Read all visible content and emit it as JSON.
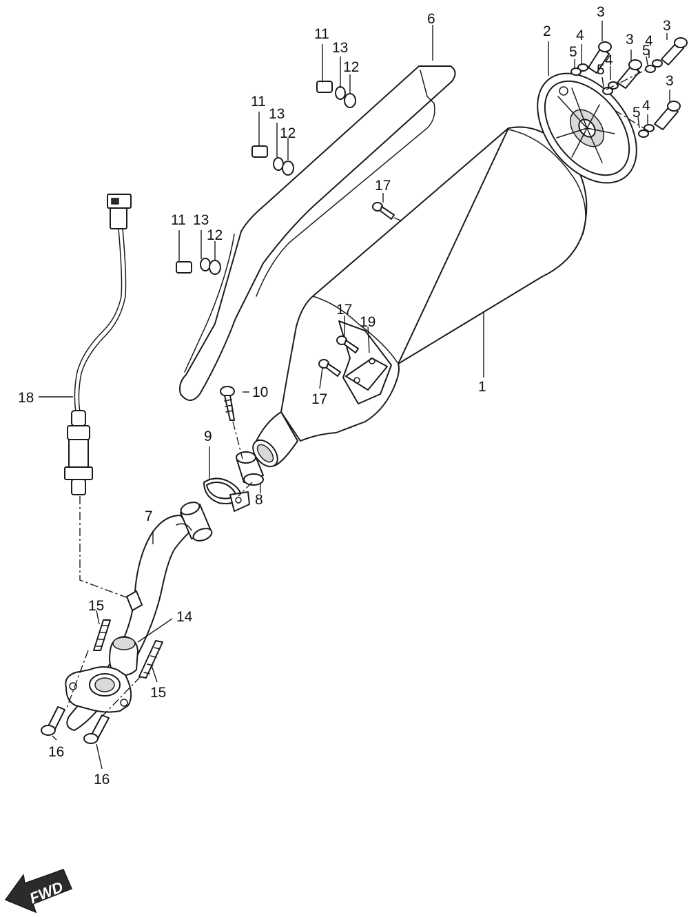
{
  "callouts": {
    "c1": "1",
    "c2": "2",
    "c3a": "3",
    "c3b": "3",
    "c3c": "3",
    "c3d": "3",
    "c4a": "4",
    "c4b": "4",
    "c4c": "4",
    "c4d": "4",
    "c5a": "5",
    "c5b": "5",
    "c5c": "5",
    "c5d": "5",
    "c6": "6",
    "c7": "7",
    "c8": "8",
    "c9": "9",
    "c10": "10",
    "c11a": "11",
    "c11b": "11",
    "c11c": "11",
    "c12a": "12",
    "c12b": "12",
    "c12c": "12",
    "c13a": "13",
    "c13b": "13",
    "c13c": "13",
    "c14": "14",
    "c15a": "15",
    "c15b": "15",
    "c16a": "16",
    "c16b": "16",
    "c17a": "17",
    "c17b": "17",
    "c17c": "17",
    "c18": "18",
    "c19": "19"
  },
  "fwd_label": "FWD"
}
